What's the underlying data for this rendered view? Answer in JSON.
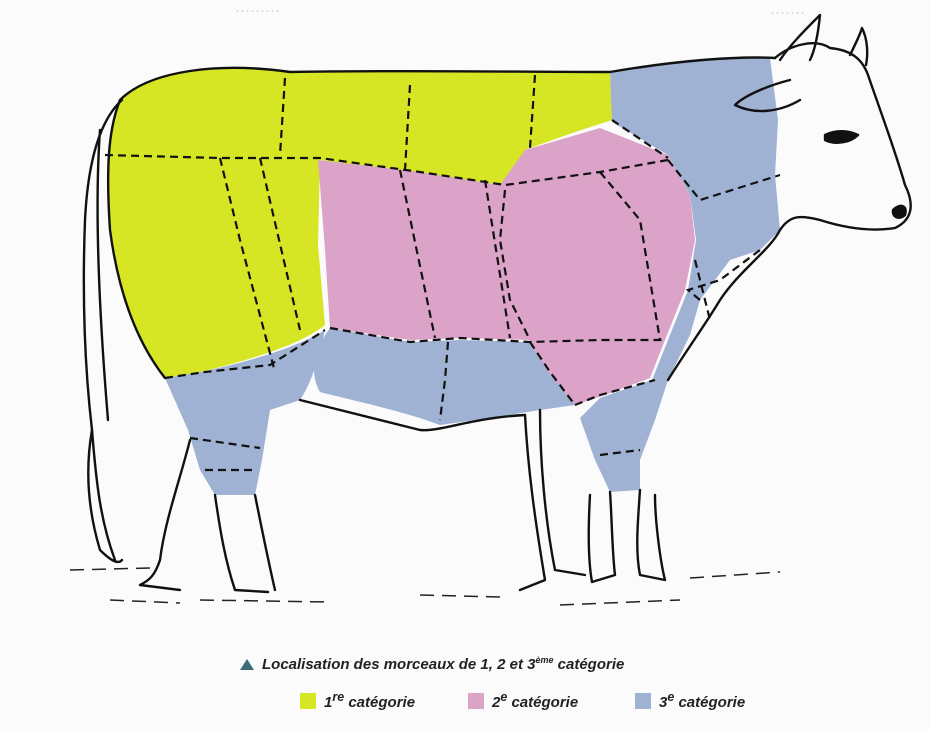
{
  "colors": {
    "premiere": "#d6e624",
    "deuxieme": "#dba3c8",
    "troisieme": "#9fb2d4",
    "outline": "#111111"
  },
  "caption": {
    "icon": "triangle-icon",
    "text_before": "Localisation des morceaux de 1, 2 et 3",
    "sup": "ème",
    "text_after": " catégorie"
  },
  "legend": [
    {
      "num": "1",
      "sup": "re",
      "label": "catégorie",
      "color": "#d6e624"
    },
    {
      "num": "2",
      "sup": "e",
      "label": "catégorie",
      "color": "#dba3c8"
    },
    {
      "num": "3",
      "sup": "e",
      "label": "catégorie",
      "color": "#9fb2d4"
    }
  ]
}
